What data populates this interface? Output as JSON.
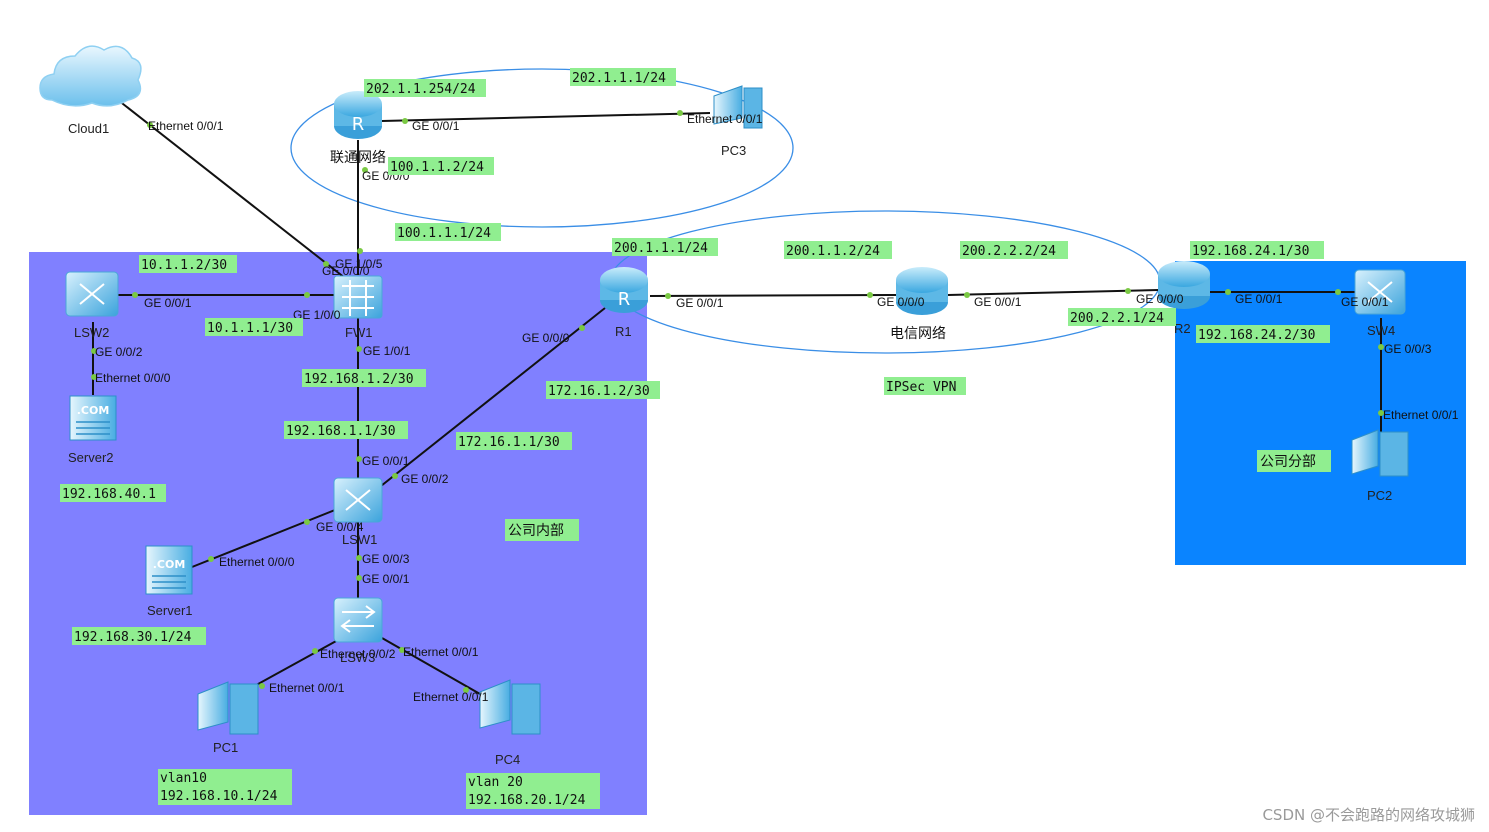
{
  "colors": {
    "zone_internal": "#8080ff",
    "zone_branch": "#0a84ff",
    "label_bg": "#90ee90",
    "link": "#111111",
    "port_dot": "#7ac943",
    "ellipse": "#3a8ee6"
  },
  "zones": {
    "internal": "公司内部",
    "branch": "公司分部",
    "vpn": "IPSec VPN"
  },
  "devices": {
    "cloud1": "Cloud1",
    "unicom": "联通网络",
    "pc3": "PC3",
    "lsw2": "LSW2",
    "fw1": "FW1",
    "server2": "Server2",
    "r1": "R1",
    "telecom": "电信网络",
    "r2": "R2",
    "sw4": "SW4",
    "pc2": "PC2",
    "lsw1": "LSW1",
    "server1": "Server1",
    "lsw3": "LSW3",
    "pc1": "PC1",
    "pc4": "PC4"
  },
  "ips": {
    "unicom_lan": "202.1.1.254/24",
    "pc3": "202.1.1.1/24",
    "unicom_wan": "100.1.1.2/24",
    "fw1_wan": "100.1.1.1/24",
    "lsw2_up": "10.1.1.2/30",
    "fw1_lsw2": "10.1.1.1/30",
    "server2": "192.168.40.1",
    "fw1_down": "192.168.1.2/30",
    "lsw1_up": "192.168.1.1/30",
    "r1_wan": "200.1.1.1/24",
    "r1_lan": "172.16.1.2/30",
    "lsw1_r1": "172.16.1.1/30",
    "telecom_left": "200.1.1.2/24",
    "telecom_right": "200.2.2.2/24",
    "r2_wan": "200.2.2.1/24",
    "r2_lan": "192.168.24.1/30",
    "sw4_up": "192.168.24.2/30",
    "server1": "192.168.30.1/24",
    "pc1_vlan": "vlan10",
    "pc1_ip": "192.168.10.1/24",
    "pc4_vlan": "vlan 20",
    "pc4_ip": "192.168.20.1/24"
  },
  "ports": {
    "cloud1": "Ethernet 0/0/1",
    "unicom_lan": "GE 0/0/1",
    "pc3": "Ethernet 0/0/1",
    "unicom_wan": "GE 0/0/0",
    "fw1_wan": "GE 1/0/5",
    "fw1_cloud": "GE 0/0/0",
    "lsw2_fw": "GE 0/0/1",
    "fw1_lsw2": "GE 1/0/0",
    "lsw2_srv": "GE 0/0/2",
    "server2": "Ethernet 0/0/0",
    "fw1_down": "GE 1/0/1",
    "r1_lan": "GE 0/0/0",
    "r1_wan": "GE 0/0/1",
    "telecom_left": "GE 0/0/0",
    "telecom_right": "GE 0/0/1",
    "r2_wan": "GE 0/0/0",
    "r2_lan": "GE 0/0/1",
    "sw4_up": "GE 0/0/1",
    "sw4_down": "GE 0/0/3",
    "pc2": "Ethernet 0/0/1",
    "lsw1_up": "GE 0/0/1",
    "lsw1_r1": "GE 0/0/2",
    "lsw1_srv": "GE 0/0/4",
    "server1": "Ethernet 0/0/0",
    "lsw1_down": "GE 0/0/3",
    "lsw3_up": "GE 0/0/1",
    "lsw3_pc1": "Ethernet 0/0/2",
    "lsw3_pc4": "Ethernet 0/0/1",
    "pc1": "Ethernet 0/0/1",
    "pc4": "Ethernet 0/0/1"
  },
  "watermark": "CSDN @不会跑路的网络攻城狮"
}
